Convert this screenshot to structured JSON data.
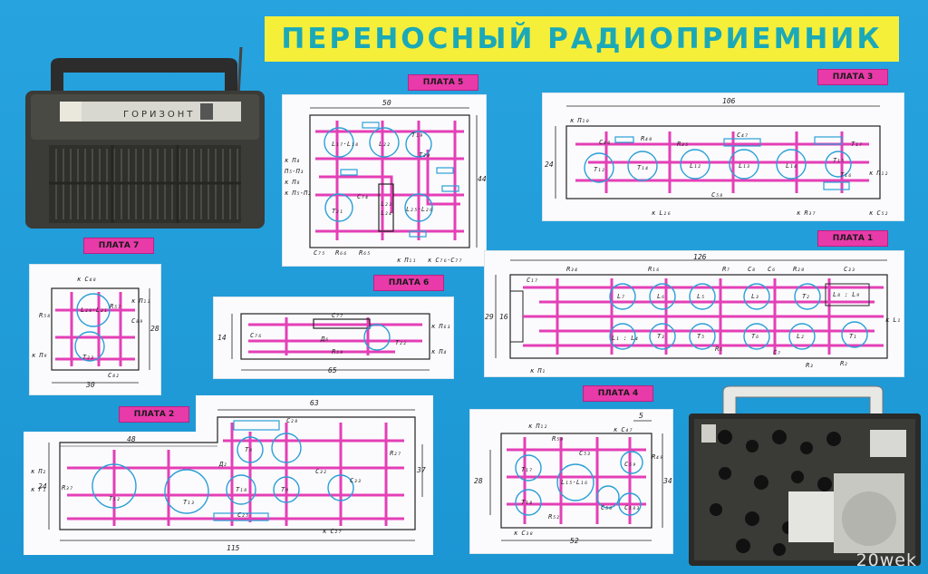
{
  "title": "ПЕРЕНОСНЫЙ РАДИОПРИЕМНИК",
  "radio": {
    "brand": "ГОРИЗОНТ"
  },
  "boards": {
    "b5": {
      "tag": "ПЛАТА 5",
      "dim_w": "50",
      "dim_h": "44",
      "labels": [
        "к П₄",
        "П₅-П₃",
        "к П₈",
        "к П₅-П₂",
        "L₁₇·L₁₈",
        "L₂₂",
        "L₂₃",
        "L₂₄",
        "L₂₅·L₂₆",
        "T₁₉",
        "T₂₀",
        "T₂₁",
        "C₇₅",
        "R₆₆",
        "R₆₅",
        "к П₁₁",
        "к C₇₆·C₇₇",
        "C₇₄"
      ]
    },
    "b3": {
      "tag": "ПЛАТА 3",
      "dim_w": "106",
      "dim_h": "24",
      "labels": [
        "к П₁₀",
        "C₄₀",
        "R₄₀",
        "R₃₅",
        "L₁₂",
        "L₁₃",
        "L₁₄",
        "T₁₂",
        "T₁₄",
        "T₁₅",
        "T₁₆",
        "C₄₇",
        "C₅₈",
        "к L₂₆",
        "к R₃₇",
        "к C₅₂",
        "к П₁₂",
        "T₁₇"
      ]
    },
    "b1": {
      "tag": "ПЛАТА 1",
      "dim_w": "126",
      "dim_h": "29",
      "dim_h2": "16",
      "labels": [
        "C₁₇",
        "R₃₄",
        "R₁₆",
        "L₇",
        "L₆",
        "L₅",
        "L₃",
        "L₂",
        "L₈ : L₉",
        "T₁",
        "T₂",
        "T₃",
        "T₅",
        "T₆",
        "L₁ : L₄",
        "R₇",
        "C₈",
        "C₆",
        "R₂₀",
        "C₃₃",
        "к П₁",
        "R₃",
        "R₂",
        "к L₁",
        "C₇",
        "R₅"
      ]
    },
    "b7": {
      "tag": "ПЛАТА 7",
      "dim_w": "30",
      "dim_h": "28",
      "labels": [
        "к C₄₈",
        "R₅₈",
        "L₂₀·L₂₁",
        "к П₁₃",
        "T₂₃",
        "к П₉",
        "C₈₂",
        "C₈₉",
        "R₅₇"
      ]
    },
    "b6": {
      "tag": "ПЛАТА 6",
      "dim_w": "65",
      "dim_h": "14",
      "labels": [
        "C₇₇",
        "C₇₆",
        "Д₆",
        "R₅₉",
        "T₂₂",
        "к П₆₃",
        "к П₄"
      ]
    },
    "b2": {
      "tag": "ПЛАТА 2",
      "dim_w": "115",
      "dim_w2": "48",
      "dim_w3": "63",
      "dim_h": "24",
      "dim_h2": "37",
      "labels": [
        "к П₂",
        "к Г₁",
        "R₃₇",
        "T₁₂",
        "T₁₃",
        "Д₂",
        "T₁₀",
        "T₈",
        "T₉",
        "C₂₈",
        "C₃₂",
        "C₃₃",
        "R₂₇",
        "к C₂₇",
        "C₂₅"
      ]
    },
    "b4": {
      "tag": "ПЛАТА 4",
      "dim_w": "52",
      "dim_h": "34",
      "dim_h2": "28",
      "dim_top": "5",
      "labels": [
        "к П₁₂",
        "к C₄₇",
        "R₅₀",
        "C₅₃",
        "L₁₅·L₁₆",
        "T₁₇",
        "T₁₈",
        "C₅₉",
        "R₄₉",
        "R₅₂",
        "к C₃₈",
        "C₅₆",
        "C₁₈₃"
      ]
    }
  },
  "watermark": "20wek"
}
